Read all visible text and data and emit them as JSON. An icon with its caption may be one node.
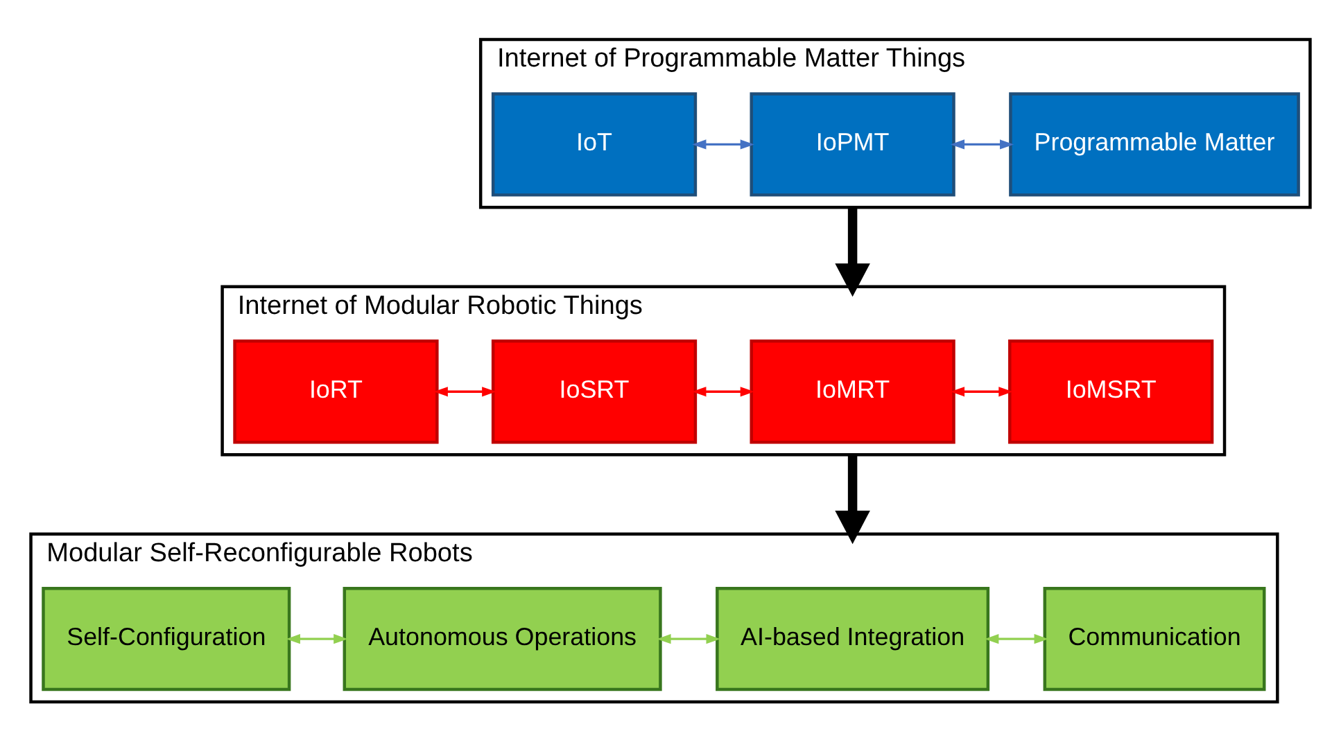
{
  "diagram": {
    "nodes": [
      {
        "text": [
          "Internet of Programmable Matter Things"
        ]
      },
      {
        "text": [
          "IoT"
        ],
        "in": 0
      },
      {
        "text": [
          "IoPMT"
        ],
        "in": 0
      },
      {
        "text": [
          "Programmable Matter"
        ],
        "in": 0
      },
      {
        "text": [
          "Internet of Modular Robotic Things"
        ]
      },
      {
        "text": [
          "IoRT"
        ],
        "in": 4
      },
      {
        "text": [
          "IoSRT"
        ],
        "in": 4
      },
      {
        "text": [
          "IoMRT"
        ],
        "in": 4
      },
      {
        "text": [
          "IoMSRT"
        ],
        "in": 4
      },
      {
        "text": [
          "Modular Self-Reconfigurable Robots"
        ]
      },
      {
        "text": [
          "Self-Configuration"
        ],
        "in": 9
      },
      {
        "text": [
          "Autonomous Operations"
        ],
        "in": 9
      },
      {
        "text": [
          "AI-based Integration"
        ],
        "in": 9
      },
      {
        "text": [
          "Communication"
        ],
        "in": 9
      }
    ],
    "edges": [
      {
        "from": 1,
        "to": 2,
        "arrow": "both",
        "color": "#4472c4"
      },
      {
        "from": 2,
        "to": 3,
        "arrow": "both",
        "color": "#4472c4"
      },
      {
        "from": 0,
        "to": 4,
        "arrow": "to",
        "style": "thick",
        "color": "#000000"
      },
      {
        "from": 5,
        "to": 6,
        "arrow": "both",
        "color": "#ff0000"
      },
      {
        "from": 6,
        "to": 7,
        "arrow": "both",
        "color": "#ff0000"
      },
      {
        "from": 7,
        "to": 8,
        "arrow": "both",
        "color": "#ff0000"
      },
      {
        "from": 4,
        "to": 9,
        "arrow": "to",
        "style": "thick",
        "color": "#000000"
      },
      {
        "from": 10,
        "to": 11,
        "arrow": "both",
        "color": "#92d050"
      },
      {
        "from": 11,
        "to": 12,
        "arrow": "both",
        "color": "#92d050"
      },
      {
        "from": 12,
        "to": 13,
        "arrow": "both",
        "color": "#92d050"
      }
    ]
  }
}
